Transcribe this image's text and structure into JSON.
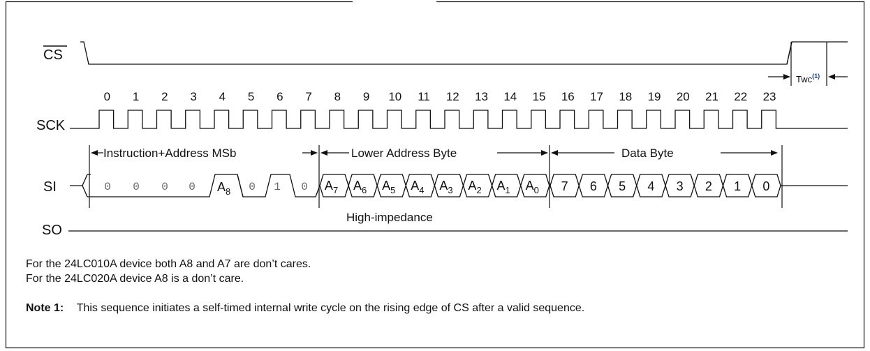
{
  "signals": {
    "cs": "CS",
    "sck": "SCK",
    "si": "SI",
    "so": "SO"
  },
  "clock_numbers": [
    "0",
    "1",
    "2",
    "3",
    "4",
    "5",
    "6",
    "7",
    "8",
    "9",
    "10",
    "11",
    "12",
    "13",
    "14",
    "15",
    "16",
    "17",
    "18",
    "19",
    "20",
    "21",
    "22",
    "23"
  ],
  "segments": {
    "instruction": "Instruction+Address MSb",
    "lower_address": "Lower Address Byte",
    "data_byte": "Data Byte"
  },
  "si_bits": {
    "instruction": [
      "0",
      "0",
      "0",
      "0",
      "A8",
      "0",
      "1",
      "0"
    ],
    "address": [
      {
        "base": "A",
        "sub": "7"
      },
      {
        "base": "A",
        "sub": "6"
      },
      {
        "base": "A",
        "sub": "5"
      },
      {
        "base": "A",
        "sub": "4"
      },
      {
        "base": "A",
        "sub": "3"
      },
      {
        "base": "A",
        "sub": "2"
      },
      {
        "base": "A",
        "sub": "1"
      },
      {
        "base": "A",
        "sub": "0"
      }
    ],
    "data": [
      "7",
      "6",
      "5",
      "4",
      "3",
      "2",
      "1",
      "0"
    ]
  },
  "so_state": "High-impedance",
  "twc": {
    "label": "Twc",
    "sup": "(1)"
  },
  "notes": {
    "line1": "For the 24LC010A device both A8 and A7 are don’t cares.",
    "line2": "For the 24LC020A device A8 is a don’t care.",
    "note_label": "Note 1:",
    "note_text": "This sequence initiates a self-timed internal write cycle on the rising edge of CS after a valid sequence."
  }
}
